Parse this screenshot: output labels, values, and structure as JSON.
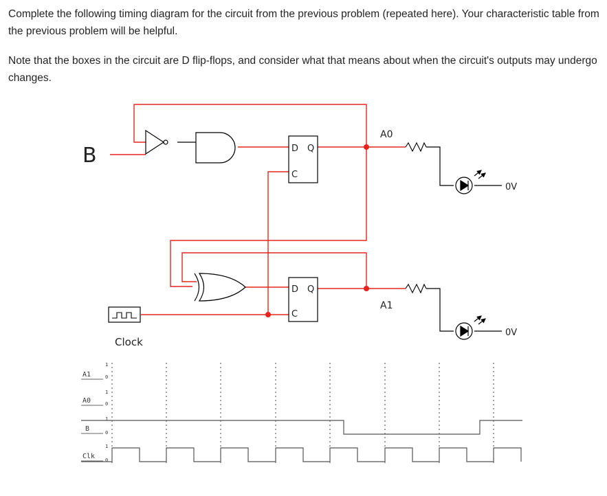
{
  "instructions": {
    "paragraph_1": "Complete the following timing diagram for the circuit from the previous problem (repeated here). Your characteristic table from the previous problem will be helpful.",
    "paragraph_2": "Note that the boxes in the circuit are D flip-flops, and consider what that means about when the circuit's outputs may undergo changes."
  },
  "circuit": {
    "input_label": "B",
    "ff_top": {
      "d": "D",
      "q": "Q",
      "c": "C"
    },
    "ff_bottom": {
      "d": "D",
      "q": "Q",
      "c": "C"
    },
    "output_top": "A0",
    "output_bottom": "A1",
    "ground_top": "0V",
    "ground_bottom": "0V",
    "clock_label": "Clock",
    "colors": {
      "wire_active": "#e8231c",
      "wire_idle": "#000000",
      "component": "#000000"
    }
  },
  "timing": {
    "signals": [
      {
        "name": "A1",
        "high": "1",
        "low": "0"
      },
      {
        "name": "A0",
        "high": "1",
        "low": "0"
      },
      {
        "name": "B",
        "high": "1",
        "low": "0"
      },
      {
        "name": "Clk",
        "high": "1",
        "low": "0"
      }
    ],
    "b_waveform": [
      1,
      1,
      1,
      1,
      1,
      0,
      0,
      0,
      1,
      1
    ],
    "clk_cycles": 8
  }
}
